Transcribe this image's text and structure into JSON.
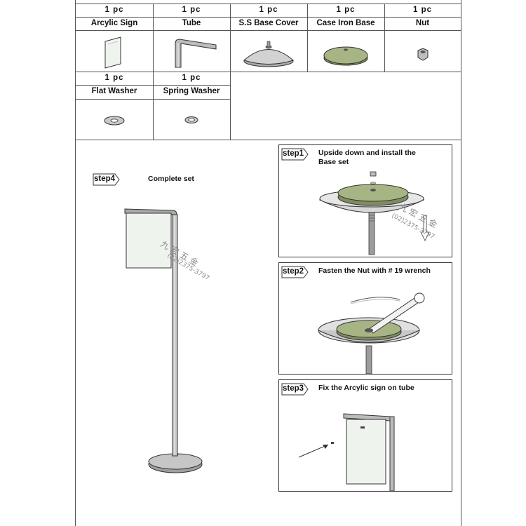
{
  "parts_row1": [
    {
      "qty": "1  pc",
      "name": "Arcylic Sign"
    },
    {
      "qty": "1  pc",
      "name": "Tube"
    },
    {
      "qty": "1  pc",
      "name": "S.S  Base Cover"
    },
    {
      "qty": "1  pc",
      "name": "Case Iron Base"
    },
    {
      "qty": "1  pc",
      "name": "Nut"
    }
  ],
  "parts_row2": [
    {
      "qty": "1  pc",
      "name": "Flat  Washer"
    },
    {
      "qty": "1  pc",
      "name": "Spring  Washer"
    }
  ],
  "steps": [
    {
      "tag": "step1",
      "desc_line1": "Upside  down  and  install  the",
      "desc_line2": "Base set"
    },
    {
      "tag": "step2",
      "desc_line1": "Fasten  the  Nut  with  # 19  wrench"
    },
    {
      "tag": "step3",
      "desc_line1": "Fix  the  Arcylic  sign  on  tube"
    },
    {
      "tag": "step4",
      "desc_line1": "Complete  set"
    }
  ],
  "watermark": {
    "line1": "九  宏  五  金",
    "line2": "(02)2375-3797"
  },
  "colors": {
    "base_green": "#9fae7c",
    "steel": "#c9c9c9",
    "line": "#555555"
  }
}
